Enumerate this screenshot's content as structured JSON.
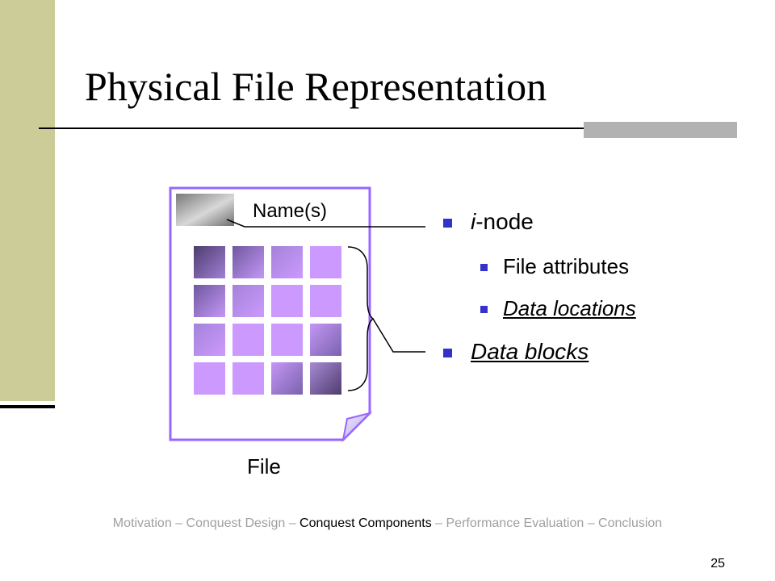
{
  "slide": {
    "title": "Physical File Representation",
    "page_number": "25"
  },
  "diagram": {
    "name_label": "Name(s)",
    "file_label": "File"
  },
  "bullets": {
    "inode_prefix": "i",
    "inode_suffix": "-node",
    "file_attributes": "File attributes",
    "data_locations": "Data locations",
    "data_blocks": "Data blocks"
  },
  "footer": {
    "part1": "Motivation – Conquest Design – ",
    "current": "Conquest Components",
    "part2": " – Performance Evaluation  – Conclusion"
  },
  "colors": {
    "accent_bar": "#cccc99",
    "bullet": "#3333cc",
    "file_border": "#9966ff",
    "block_light": "#cc99ff",
    "block_dark": "#5c4a80"
  }
}
